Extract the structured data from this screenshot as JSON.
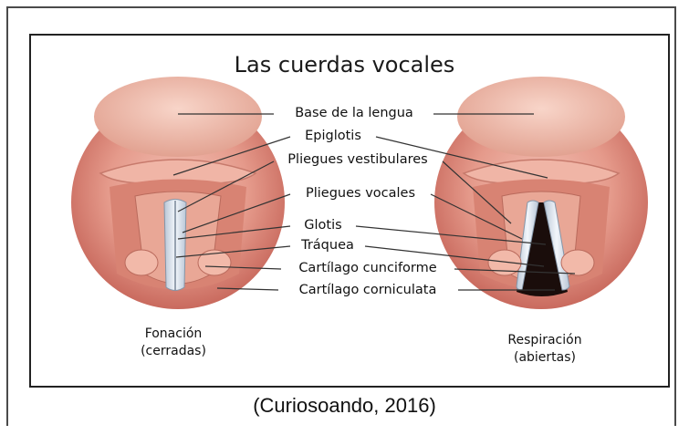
{
  "title": "Las cuerdas vocales",
  "labels": [
    "Base de la lengua",
    "Epiglotis",
    "Pliegues vestibulares",
    "Pliegues vocales",
    "Glotis",
    "Tráquea",
    "Cartílago cunciforme",
    "Cartílago corniculata"
  ],
  "left_view": {
    "line1": "Fonación",
    "line2": "(cerradas)"
  },
  "right_view": {
    "line1": "Respiración",
    "line2": "(abiertas)"
  },
  "caption": "(Curiosoando, 2016)"
}
